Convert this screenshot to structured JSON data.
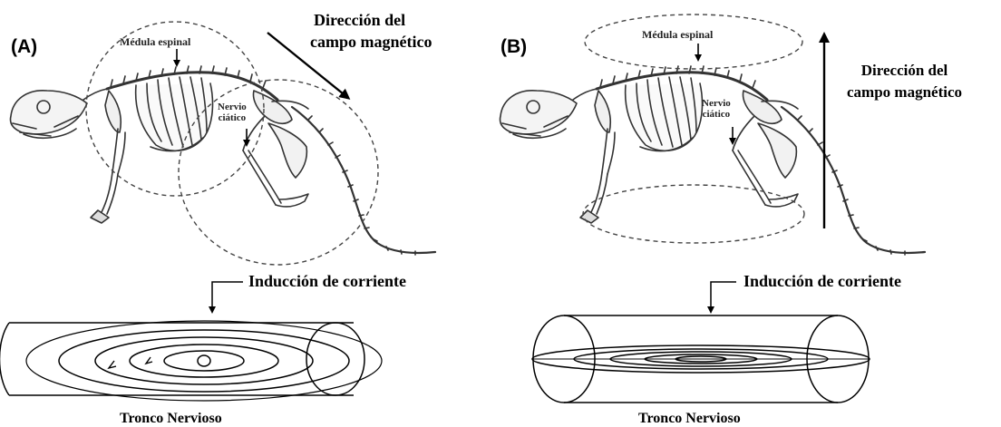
{
  "panel_a": {
    "label": "(A)",
    "spinal_cord": "Médula espinal",
    "sciatic_nerve_line1": "Nervio",
    "sciatic_nerve_line2": "ciático",
    "field_direction_line1": "Dirección del",
    "field_direction_line2": "campo magnético",
    "current_induction": "Inducción de corriente",
    "nerve_trunk": "Tronco Nervioso"
  },
  "panel_b": {
    "label": "(B)",
    "spinal_cord": "Médula espinal",
    "sciatic_nerve_line1": "Nervio",
    "sciatic_nerve_line2": "ciático",
    "field_direction_line1": "Dirección del",
    "field_direction_line2": "campo magnético",
    "current_induction": "Inducción de corriente",
    "nerve_trunk": "Tronco Nervioso"
  },
  "colors": {
    "ink": "#000000",
    "skeleton": "#333333",
    "dashed": "#444444"
  }
}
